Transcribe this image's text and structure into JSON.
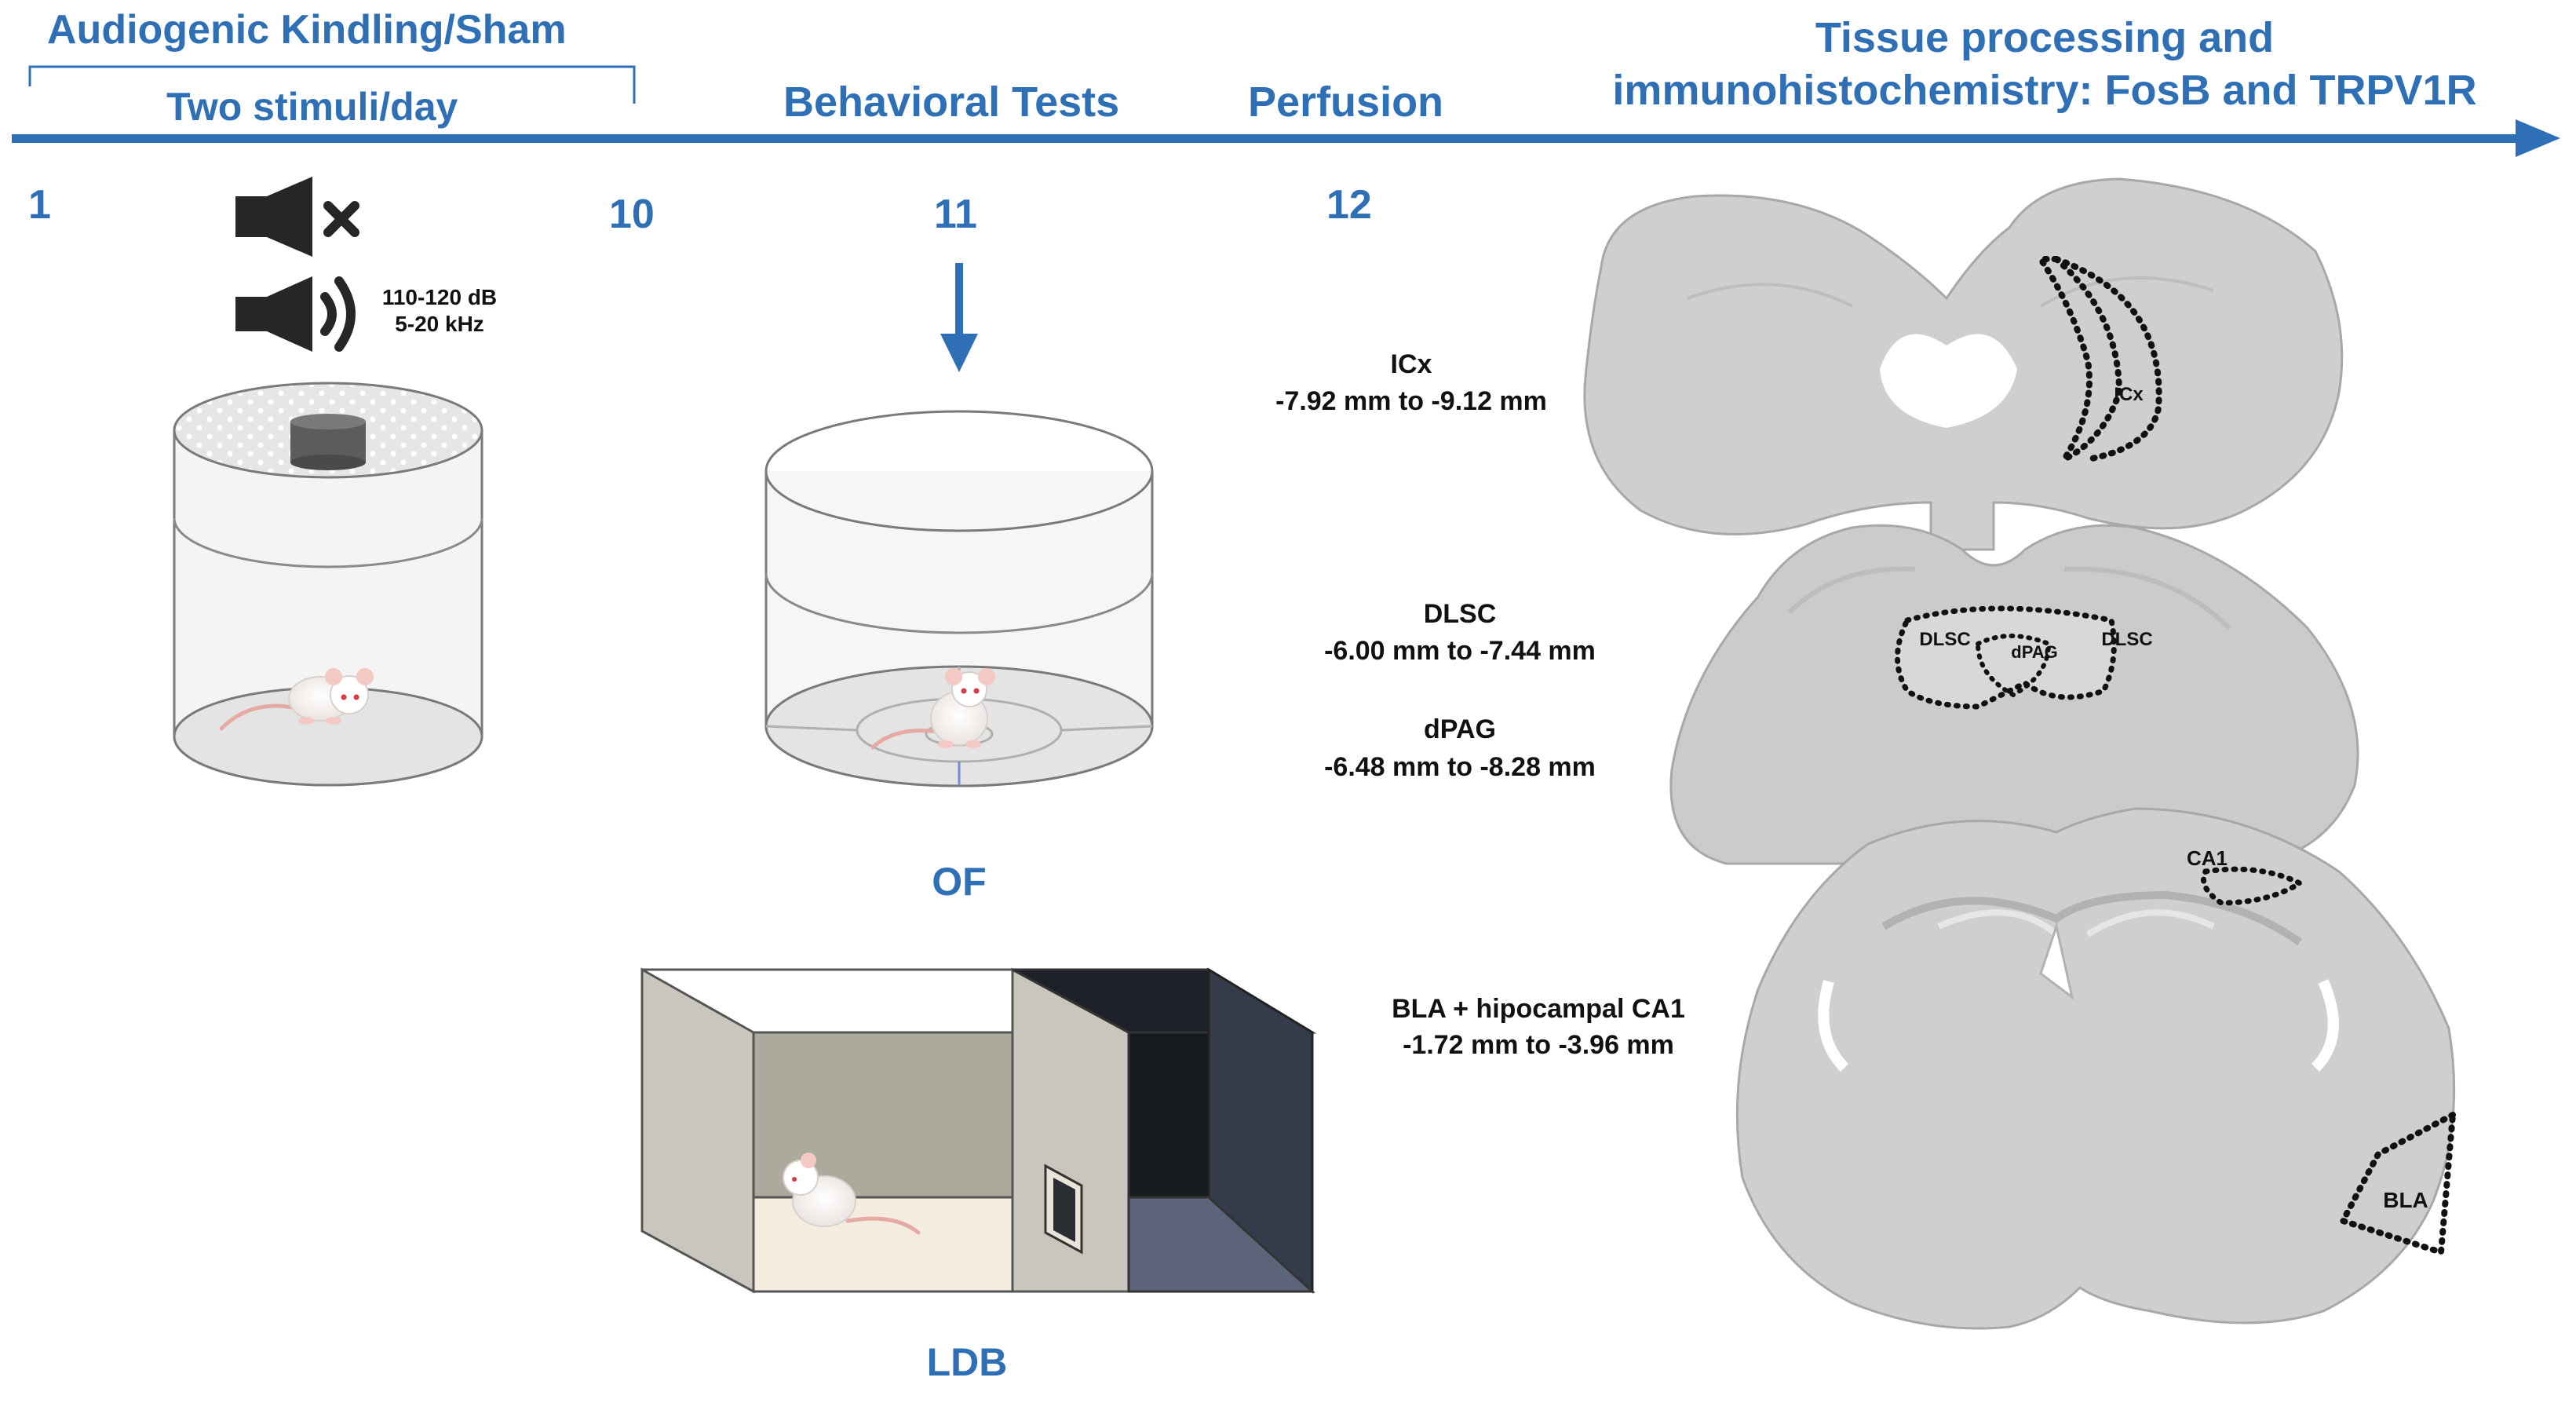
{
  "colors": {
    "accent": "#2E6FB5",
    "text": "#111111",
    "brain": "#c8c8c8",
    "brain_dark": "#b4b4b4"
  },
  "timeline": {
    "header_kindling": "Audiogenic Kindling/Sham",
    "subheader_stimuli": "Two stimuli/day",
    "header_behavior": "Behavioral Tests",
    "header_perfusion": "Perfusion",
    "header_tissue_line1": "Tissue processing and",
    "header_tissue_line2": "immunohistochemistry: FosB and TRPV1R",
    "days": [
      "1",
      "10",
      "11",
      "12"
    ]
  },
  "stimulus": {
    "db": "110-120 dB",
    "khz": "5-20 kHz",
    "icons": [
      "speaker-muted-icon",
      "speaker-sound-icon"
    ]
  },
  "tests": {
    "of": "OF",
    "ldb": "LDB"
  },
  "regions": {
    "icx": {
      "name": "ICx",
      "range": "-7.92 mm  to  -9.12 mm",
      "label": "ICx"
    },
    "dlsc": {
      "name": "DLSC",
      "range": "-6.00 mm  to  -7.44 mm",
      "label": "DLSC"
    },
    "dpag": {
      "name": "dPAG",
      "range": "-6.48 mm  to  -8.28 mm",
      "label": "dPAG"
    },
    "bla": {
      "name": "BLA + hipocampal CA1",
      "range": "-1.72 mm  to  -3.96 mm",
      "label_bla": "BLA",
      "label_ca1": "CA1"
    }
  }
}
